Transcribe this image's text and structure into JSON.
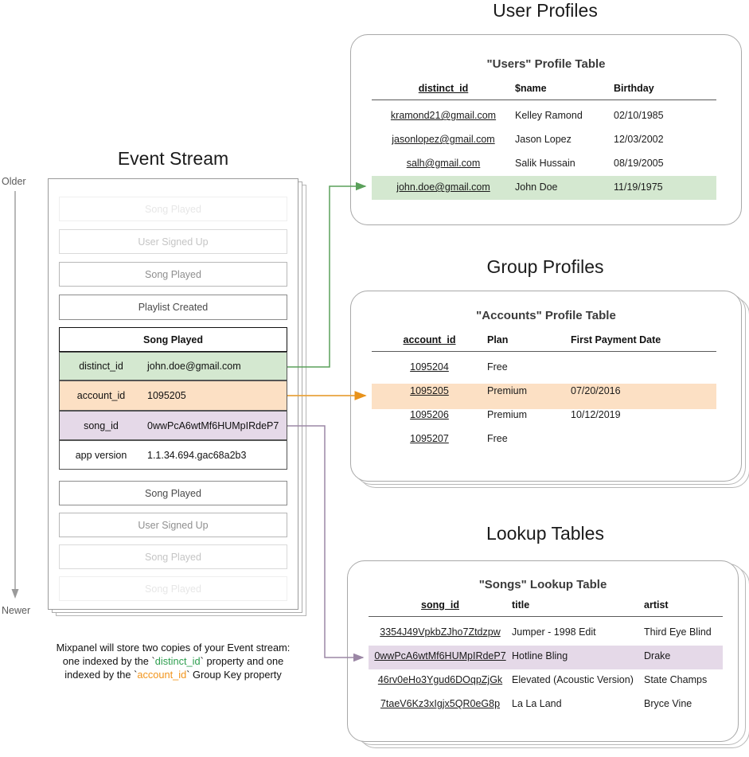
{
  "sections": {
    "event_stream": {
      "title": "Event Stream",
      "axis_top": "Older",
      "axis_bottom": "Newer",
      "events_above": [
        {
          "label": "Song Played",
          "fade": "f1"
        },
        {
          "label": "User Signed Up",
          "fade": "f2"
        },
        {
          "label": "Song Played",
          "fade": "f3"
        },
        {
          "label": "Playlist Created",
          "fade": "f4"
        }
      ],
      "selected_event": {
        "name": "Song Played",
        "properties": [
          {
            "key": "distinct_id",
            "value": "john.doe@gmail.com",
            "highlight": "green"
          },
          {
            "key": "account_id",
            "value": "1095205",
            "highlight": "orange"
          },
          {
            "key": "song_id",
            "value": "0wwPcA6wtMf6HUMpIRdeP7",
            "highlight": "purple"
          },
          {
            "key": "app version",
            "value": "1.1.34.694.gac68a2b3",
            "highlight": "none"
          }
        ]
      },
      "events_below": [
        {
          "label": "Song Played",
          "fade": "f4"
        },
        {
          "label": "User Signed Up",
          "fade": "f3"
        },
        {
          "label": "Song Played",
          "fade": "f2"
        },
        {
          "label": "Song Played",
          "fade": "f1"
        }
      ],
      "caption": {
        "line1": "Mixpanel will store two copies of your Event stream:",
        "line2_a": "one indexed by the `",
        "line2_key": "distinct_id",
        "line2_b": "` property and one",
        "line3_a": "indexed by the `",
        "line3_key": "account_id",
        "line3_b": "` Group Key property"
      }
    },
    "user_profiles": {
      "title": "User Profiles",
      "table_title": "\"Users\" Profile Table",
      "columns": [
        "distinct_id",
        "$name",
        "Birthday"
      ],
      "rows": [
        {
          "cells": [
            "kramond21@gmail.com",
            "Kelley Ramond",
            "02/10/1985"
          ],
          "highlight": "none"
        },
        {
          "cells": [
            "jasonlopez@gmail.com",
            "Jason Lopez",
            "12/03/2002"
          ],
          "highlight": "none"
        },
        {
          "cells": [
            "salh@gmail.com",
            "Salik Hussain",
            "08/19/2005"
          ],
          "highlight": "none"
        },
        {
          "cells": [
            "john.doe@gmail.com",
            "John Doe",
            "11/19/1975"
          ],
          "highlight": "green"
        }
      ]
    },
    "group_profiles": {
      "title": "Group Profiles",
      "table_title": "\"Accounts\" Profile Table",
      "columns": [
        "account_id",
        "Plan",
        "First Payment Date"
      ],
      "rows": [
        {
          "cells": [
            "1095204",
            "Free",
            ""
          ],
          "highlight": "none"
        },
        {
          "cells": [
            "1095205",
            "Premium",
            "07/20/2016"
          ],
          "highlight": "orange"
        },
        {
          "cells": [
            "1095206",
            "Premium",
            "10/12/2019"
          ],
          "highlight": "none"
        },
        {
          "cells": [
            "1095207",
            "Free",
            ""
          ],
          "highlight": "none"
        }
      ]
    },
    "lookup_tables": {
      "title": "Lookup Tables",
      "table_title": "\"Songs\" Lookup Table",
      "columns": [
        "song_id",
        "title",
        "artist"
      ],
      "rows": [
        {
          "cells": [
            "3354J49VpkbZJho7Ztdzpw",
            "Jumper - 1998 Edit",
            "Third Eye Blind"
          ],
          "highlight": "none"
        },
        {
          "cells": [
            "0wwPcA6wtMf6HUMpIRdeP7",
            "Hotline Bling",
            "Drake"
          ],
          "highlight": "purple"
        },
        {
          "cells": [
            "46rv0eHo3Ygud6DOqpZjGk",
            "Elevated (Acoustic Version)",
            "State Champs"
          ],
          "highlight": "none"
        },
        {
          "cells": [
            "7taeV6Kz3xIgjx5QR0eG8p",
            "La La Land",
            "Bryce Vine"
          ],
          "highlight": "none"
        }
      ]
    }
  },
  "colors": {
    "green_fill": "#d4e8d0",
    "green_line": "#5aa05a",
    "orange_fill": "#fce0c4",
    "orange_line": "#e8a33d",
    "purple_fill": "#e5d9e8",
    "purple_line": "#9b87a5",
    "card_border": "#a8a8a8",
    "axis": "#9a9a9a"
  }
}
